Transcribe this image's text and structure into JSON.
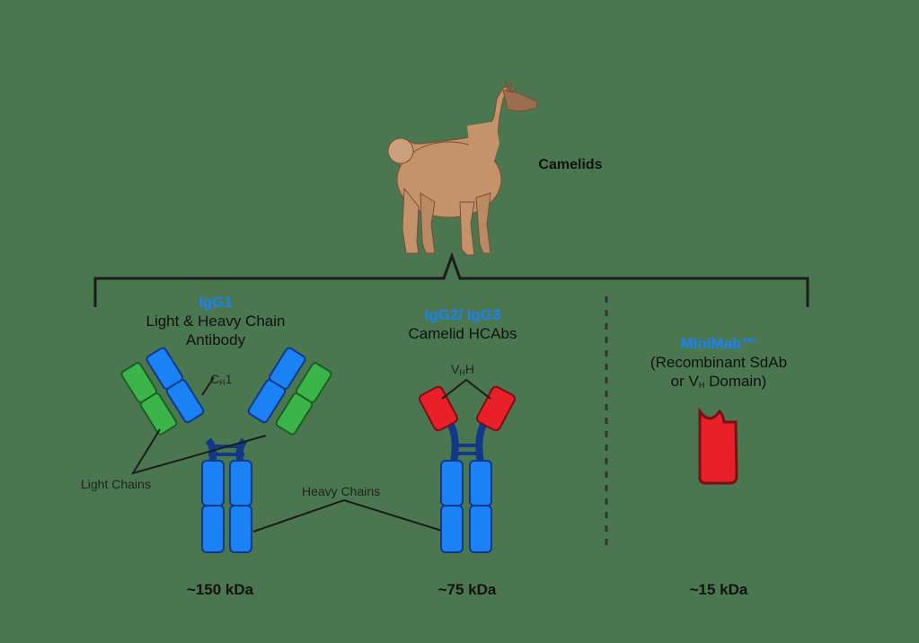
{
  "diagram": {
    "source_label": "Camelids",
    "columns": [
      {
        "id": "igg1",
        "type_label": "IgG1",
        "description_lines": [
          "Light & Heavy Chain",
          "Antibody"
        ],
        "size": "~150 kDa"
      },
      {
        "id": "igg2-igg3",
        "type_label": "IgG2/ IgG3",
        "description_lines": [
          "Camelid HCAbs"
        ],
        "size": "~75 kDa"
      },
      {
        "id": "minimab",
        "type_label": "MiniMab™",
        "description_lines": [
          "(Recombinant SdAb",
          "or V",
          "H",
          " Domain)"
        ],
        "size": "~15 kDa"
      }
    ],
    "annotations": {
      "ch1_main": "C",
      "ch1_sub": "H",
      "ch1_tail": "1",
      "vhh_main": "V",
      "vhh_sub": "H",
      "vhh_tail": "H",
      "light_chains": "Light Chains",
      "heavy_chains": "Heavy Chains"
    },
    "colors": {
      "background": "#4a7650",
      "heavy_chain": "#1a82f5",
      "heavy_chain_outline": "#13388a",
      "light_chain": "#3bb54a",
      "vhh_domain": "#e8202a",
      "accent_text": "#1a82f5",
      "llama": "#c4936c"
    }
  }
}
